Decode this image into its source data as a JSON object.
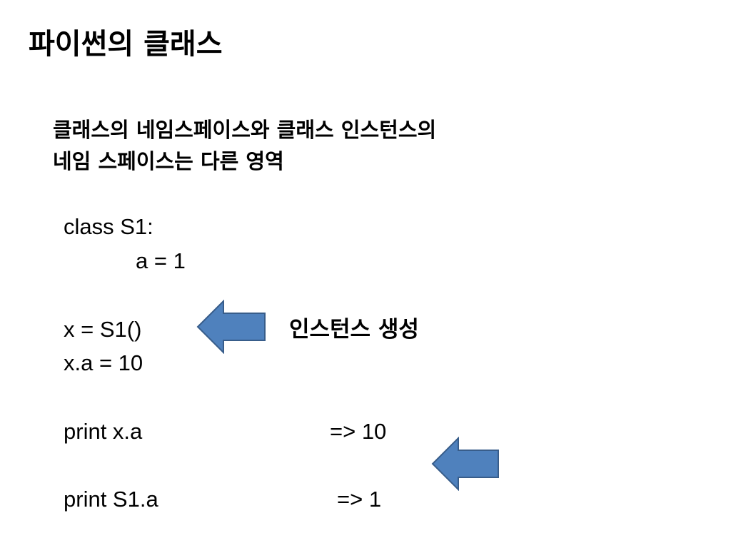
{
  "slide": {
    "title": "파이썬의 클래스",
    "subtitle_lines": [
      "클래스의 네임스페이스와 클래스 인스턴스의",
      "네임 스페이스는 다른 영역"
    ],
    "code_lines": [
      "class S1:",
      "a = 1",
      "x = S1()",
      "x.a = 10",
      "print x.a",
      "print S1.a"
    ],
    "results": [
      "=> 10",
      "=> 1"
    ],
    "annotation": "인스턴스 생성",
    "colors": {
      "arrow_fill": "#4f81bd",
      "arrow_stroke": "#385d8a"
    },
    "icons": [
      "left-arrow-icon",
      "left-arrow-icon"
    ]
  }
}
